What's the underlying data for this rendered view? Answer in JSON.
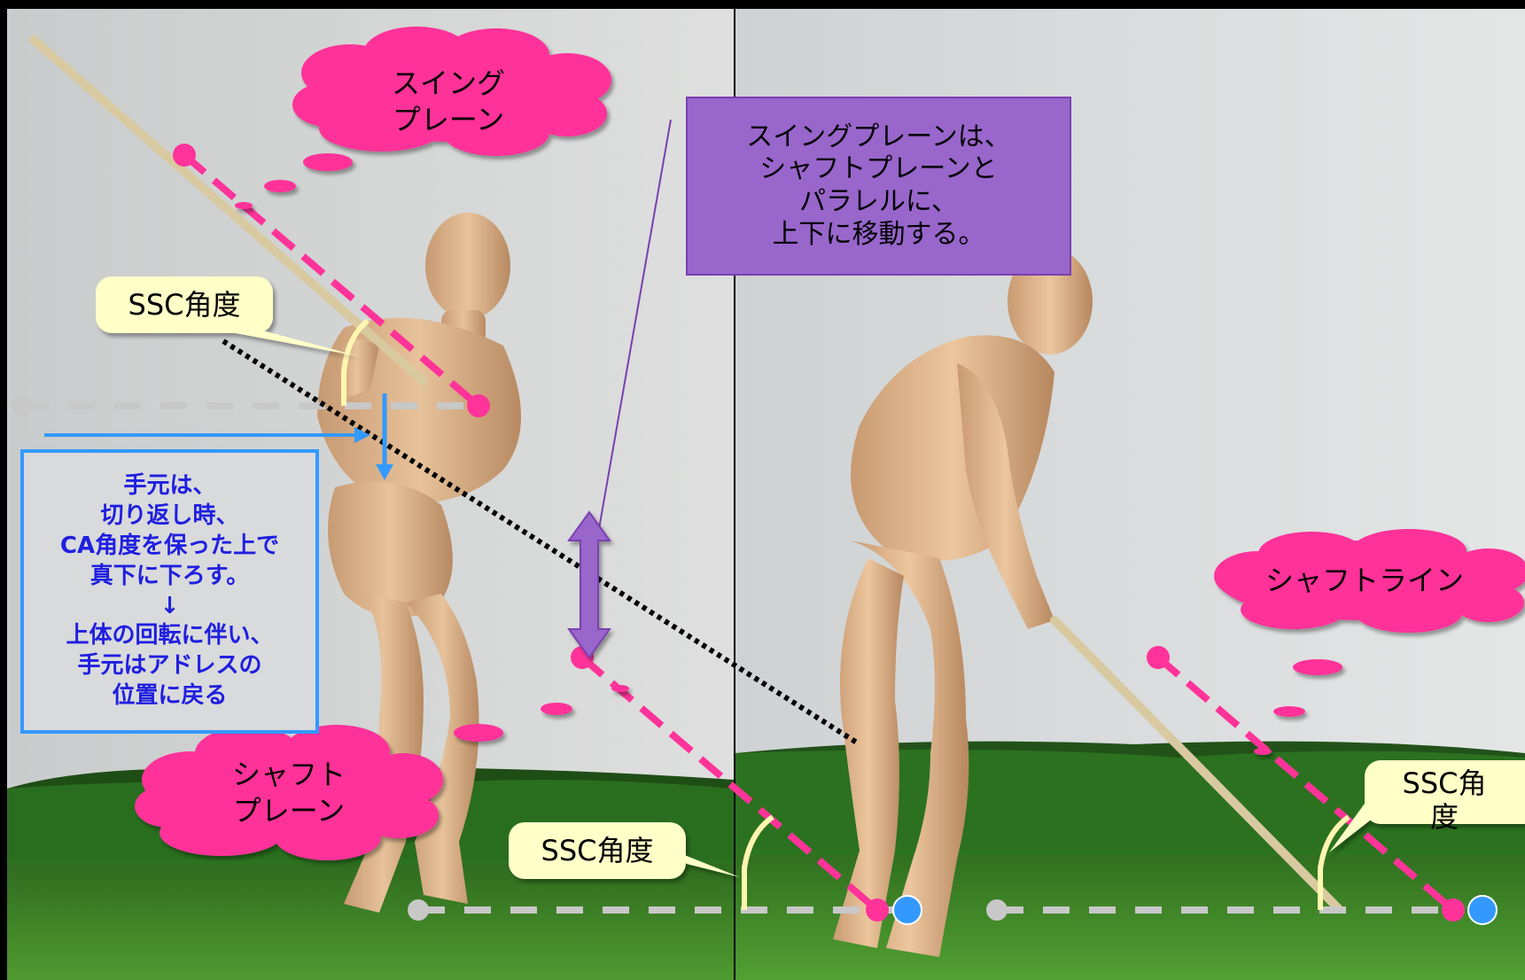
{
  "colors": {
    "plane_pink": "#ff3399",
    "bubble_pink": "#ff3399",
    "callout_fill": "#ffffc8",
    "angle_arc": "#fff6b0",
    "info_box_fill": "#9966cc",
    "info_box_border": "#7a3fb0",
    "note_blue": "#1f1fe0",
    "arrow_blue": "#3399ff",
    "dash_gray": "#c8c8c8",
    "turf_green": "#3c8c28",
    "wall": "#d6d6d6"
  },
  "left": {
    "bubble_swing_plane": "スイング\nプレーン",
    "bubble_shaft_plane": "シャフト\nプレーン",
    "callout_ssc_upper": "SSC角度",
    "callout_ssc_lower": "SSC角度",
    "info_box": "スイングプレーンは、\nシャフトプレーンと\nパラレルに、\n上下に移動する。",
    "hand_note": "手元は、\n切り返し時、\nCA角度を保った上で\n真下に下ろす。\n↓\n上体の回転に伴い、\n手元はアドレスの\n位置に戻る"
  },
  "right": {
    "bubble_shaft_line": "シャフトライン",
    "callout_ssc": "SSC角\n度"
  },
  "icons": [
    "purple-double-arrow-icon",
    "blue-down-arrow-icon",
    "blue-right-arrow-icon"
  ]
}
